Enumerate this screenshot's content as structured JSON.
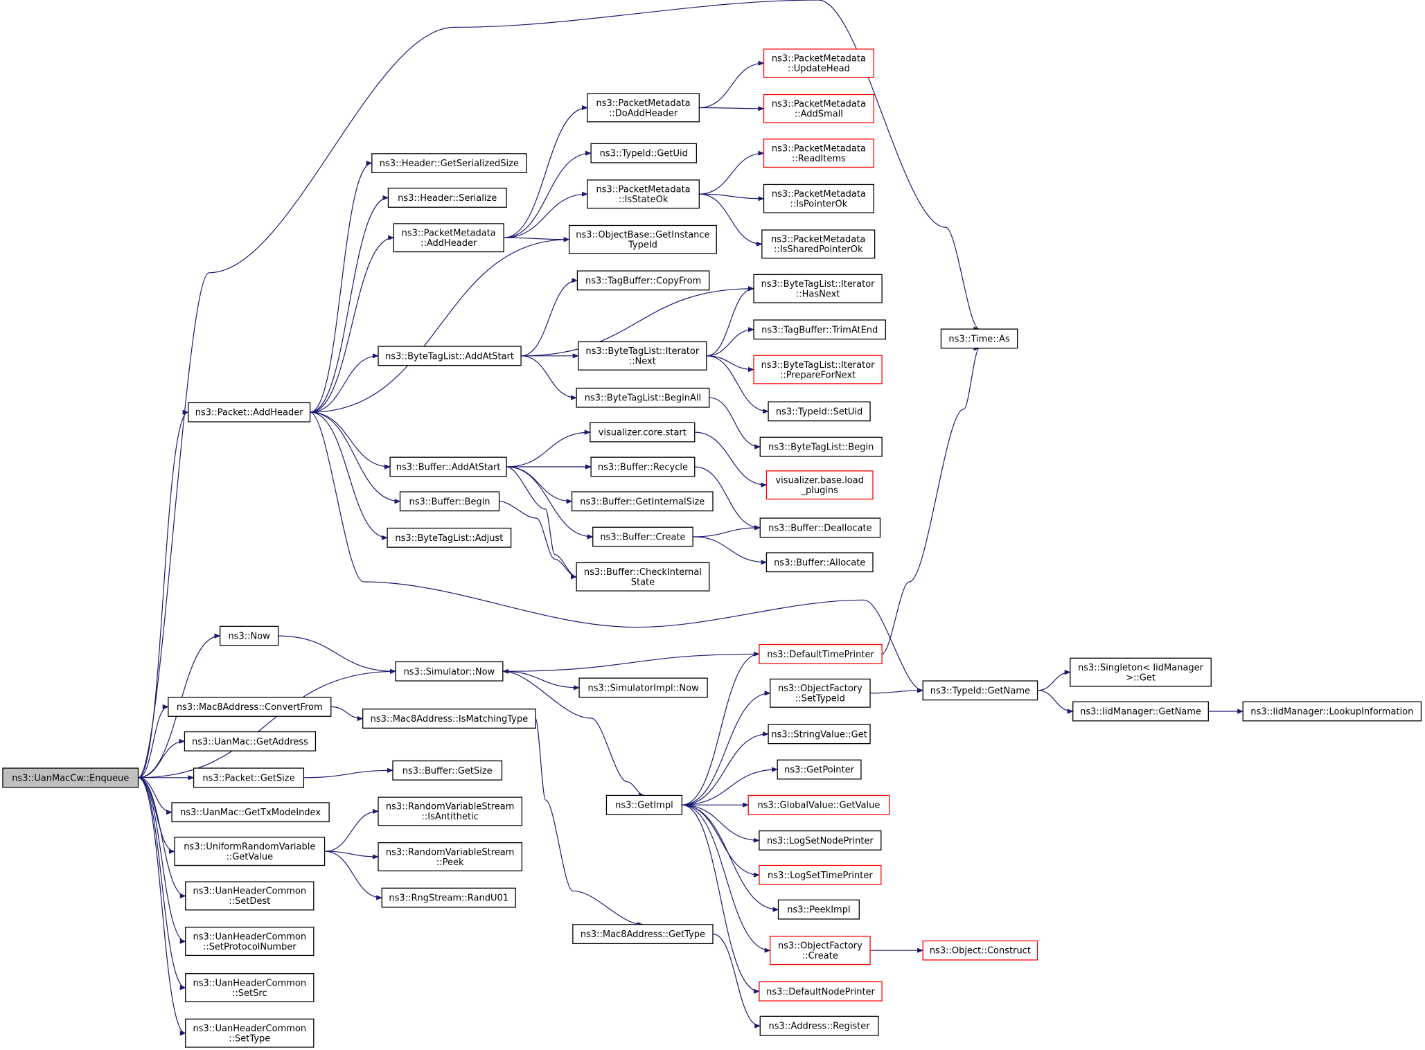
{
  "diagram": {
    "type": "call-graph",
    "colors": {
      "edge": "#191970",
      "node_border": "#000000",
      "truncated_node_border": "#ff0000",
      "root_fill": "#bfbfbf",
      "node_fill": "#ffffff"
    },
    "nodes": [
      {
        "id": "enqueue",
        "lines": [
          "ns3::UanMacCw::Enqueue"
        ],
        "style": "root"
      },
      {
        "id": "time_as",
        "lines": [
          "ns3::Time::As"
        ],
        "style": "normal"
      },
      {
        "id": "packet_addheader",
        "lines": [
          "ns3::Packet::AddHeader"
        ],
        "style": "normal"
      },
      {
        "id": "ns3_now",
        "lines": [
          "ns3::Now"
        ],
        "style": "normal"
      },
      {
        "id": "sim_now",
        "lines": [
          "ns3::Simulator::Now"
        ],
        "style": "normal"
      },
      {
        "id": "mac8_convertfrom",
        "lines": [
          "ns3::Mac8Address::ConvertFrom"
        ],
        "style": "normal"
      },
      {
        "id": "uanmac_getaddress",
        "lines": [
          "ns3::UanMac::GetAddress"
        ],
        "style": "normal"
      },
      {
        "id": "packet_getsize",
        "lines": [
          "ns3::Packet::GetSize"
        ],
        "style": "normal"
      },
      {
        "id": "uanmac_gettxmodeindex",
        "lines": [
          "ns3::UanMac::GetTxModeIndex"
        ],
        "style": "normal"
      },
      {
        "id": "urv_getvalue",
        "lines": [
          "ns3::UniformRandomVariable",
          "::GetValue"
        ],
        "style": "normal"
      },
      {
        "id": "uhc_setdest",
        "lines": [
          "ns3::UanHeaderCommon",
          "::SetDest"
        ],
        "style": "normal"
      },
      {
        "id": "uhc_setprotocol",
        "lines": [
          "ns3::UanHeaderCommon",
          "::SetProtocolNumber"
        ],
        "style": "normal"
      },
      {
        "id": "uhc_setsrc",
        "lines": [
          "ns3::UanHeaderCommon",
          "::SetSrc"
        ],
        "style": "normal"
      },
      {
        "id": "uhc_settype",
        "lines": [
          "ns3::UanHeaderCommon",
          "::SetType"
        ],
        "style": "normal"
      },
      {
        "id": "header_getserializedsize",
        "lines": [
          "ns3::Header::GetSerializedSize"
        ],
        "style": "normal"
      },
      {
        "id": "header_serialize",
        "lines": [
          "ns3::Header::Serialize"
        ],
        "style": "normal"
      },
      {
        "id": "pm_addheader",
        "lines": [
          "ns3::PacketMetadata",
          "::AddHeader"
        ],
        "style": "normal"
      },
      {
        "id": "btl_addatstart",
        "lines": [
          "ns3::ByteTagList::AddAtStart"
        ],
        "style": "normal"
      },
      {
        "id": "buffer_addatstart",
        "lines": [
          "ns3::Buffer::AddAtStart"
        ],
        "style": "normal"
      },
      {
        "id": "buffer_begin",
        "lines": [
          "ns3::Buffer::Begin"
        ],
        "style": "normal"
      },
      {
        "id": "btl_adjust",
        "lines": [
          "ns3::ByteTagList::Adjust"
        ],
        "style": "normal"
      },
      {
        "id": "pm_doaddheader",
        "lines": [
          "ns3::PacketMetadata",
          "::DoAddHeader"
        ],
        "style": "normal"
      },
      {
        "id": "typeid_getuid",
        "lines": [
          "ns3::TypeId::GetUid"
        ],
        "style": "normal"
      },
      {
        "id": "pm_isstateok",
        "lines": [
          "ns3::PacketMetadata",
          "::IsStateOk"
        ],
        "style": "normal"
      },
      {
        "id": "objectbase_getinstancetypeid",
        "lines": [
          "ns3::ObjectBase::GetInstance",
          "TypeId"
        ],
        "style": "normal"
      },
      {
        "id": "tagbuffer_copyfrom",
        "lines": [
          "ns3::TagBuffer::CopyFrom"
        ],
        "style": "normal"
      },
      {
        "id": "btl_iterator_next",
        "lines": [
          "ns3::ByteTagList::Iterator",
          "::Next"
        ],
        "style": "normal"
      },
      {
        "id": "btl_beginall",
        "lines": [
          "ns3::ByteTagList::BeginAll"
        ],
        "style": "normal"
      },
      {
        "id": "viz_core_start",
        "lines": [
          "visualizer.core.start"
        ],
        "style": "normal"
      },
      {
        "id": "buffer_recycle",
        "lines": [
          "ns3::Buffer::Recycle"
        ],
        "style": "normal"
      },
      {
        "id": "buffer_getinternalsize",
        "lines": [
          "ns3::Buffer::GetInternalSize"
        ],
        "style": "normal"
      },
      {
        "id": "buffer_create",
        "lines": [
          "ns3::Buffer::Create"
        ],
        "style": "normal"
      },
      {
        "id": "buffer_checkinternalstate",
        "lines": [
          "ns3::Buffer::CheckInternal",
          "State"
        ],
        "style": "normal"
      },
      {
        "id": "pm_updatehead",
        "lines": [
          "ns3::PacketMetadata",
          "::UpdateHead"
        ],
        "style": "truncated"
      },
      {
        "id": "pm_addsmall",
        "lines": [
          "ns3::PacketMetadata",
          "::AddSmall"
        ],
        "style": "truncated"
      },
      {
        "id": "pm_readitems",
        "lines": [
          "ns3::PacketMetadata",
          "::ReadItems"
        ],
        "style": "truncated"
      },
      {
        "id": "pm_ispointerok",
        "lines": [
          "ns3::PacketMetadata",
          "::IsPointerOk"
        ],
        "style": "normal"
      },
      {
        "id": "pm_issharedpointerok",
        "lines": [
          "ns3::PacketMetadata",
          "::IsSharedPointerOk"
        ],
        "style": "normal"
      },
      {
        "id": "btl_iterator_hasnext",
        "lines": [
          "ns3::ByteTagList::Iterator",
          "::HasNext"
        ],
        "style": "normal"
      },
      {
        "id": "tagbuffer_trimatend",
        "lines": [
          "ns3::TagBuffer::TrimAtEnd"
        ],
        "style": "normal"
      },
      {
        "id": "btl_iterator_prepare",
        "lines": [
          "ns3::ByteTagList::Iterator",
          "::PrepareForNext"
        ],
        "style": "truncated"
      },
      {
        "id": "typeid_setuid",
        "lines": [
          "ns3::TypeId::SetUid"
        ],
        "style": "normal"
      },
      {
        "id": "btl_begin",
        "lines": [
          "ns3::ByteTagList::Begin"
        ],
        "style": "normal"
      },
      {
        "id": "viz_base_load",
        "lines": [
          "visualizer.base.load",
          "_plugins"
        ],
        "style": "truncated"
      },
      {
        "id": "buffer_deallocate",
        "lines": [
          "ns3::Buffer::Deallocate"
        ],
        "style": "normal"
      },
      {
        "id": "buffer_allocate",
        "lines": [
          "ns3::Buffer::Allocate"
        ],
        "style": "normal"
      },
      {
        "id": "mac8_ismatchingtype",
        "lines": [
          "ns3::Mac8Address::IsMatchingType"
        ],
        "style": "normal"
      },
      {
        "id": "buffer_getsize",
        "lines": [
          "ns3::Buffer::GetSize"
        ],
        "style": "normal"
      },
      {
        "id": "rvs_isantithetic",
        "lines": [
          "ns3::RandomVariableStream",
          "::IsAntithetic"
        ],
        "style": "normal"
      },
      {
        "id": "rvs_peek",
        "lines": [
          "ns3::RandomVariableStream",
          "::Peek"
        ],
        "style": "normal"
      },
      {
        "id": "rngstream_randu01",
        "lines": [
          "ns3::RngStream::RandU01"
        ],
        "style": "normal"
      },
      {
        "id": "simimpl_now",
        "lines": [
          "ns3::SimulatorImpl::Now"
        ],
        "style": "normal"
      },
      {
        "id": "getimpl",
        "lines": [
          "ns3::GetImpl"
        ],
        "style": "normal"
      },
      {
        "id": "mac8_gettype",
        "lines": [
          "ns3::Mac8Address::GetType"
        ],
        "style": "normal"
      },
      {
        "id": "defaulttimeprinter",
        "lines": [
          "ns3::DefaultTimePrinter"
        ],
        "style": "truncated"
      },
      {
        "id": "objectfactory_settypeid",
        "lines": [
          "ns3::ObjectFactory",
          "::SetTypeId"
        ],
        "style": "normal"
      },
      {
        "id": "stringvalue_get",
        "lines": [
          "ns3::StringValue::Get"
        ],
        "style": "normal"
      },
      {
        "id": "getpointer",
        "lines": [
          "ns3::GetPointer"
        ],
        "style": "normal"
      },
      {
        "id": "globalvalue_getvalue",
        "lines": [
          "ns3::GlobalValue::GetValue"
        ],
        "style": "truncated"
      },
      {
        "id": "logsetnodeprinter",
        "lines": [
          "ns3::LogSetNodePrinter"
        ],
        "style": "normal"
      },
      {
        "id": "logsettimeprinter",
        "lines": [
          "ns3::LogSetTimePrinter"
        ],
        "style": "truncated"
      },
      {
        "id": "peekimpl",
        "lines": [
          "ns3::PeekImpl"
        ],
        "style": "normal"
      },
      {
        "id": "objectfactory_create",
        "lines": [
          "ns3::ObjectFactory",
          "::Create"
        ],
        "style": "truncated"
      },
      {
        "id": "defaultnodeprinter",
        "lines": [
          "ns3::DefaultNodePrinter"
        ],
        "style": "truncated"
      },
      {
        "id": "address_register",
        "lines": [
          "ns3::Address::Register"
        ],
        "style": "normal"
      },
      {
        "id": "typeid_getname",
        "lines": [
          "ns3::TypeId::GetName"
        ],
        "style": "normal"
      },
      {
        "id": "singleton_get",
        "lines": [
          "ns3::Singleton< IidManager",
          " >::Get"
        ],
        "style": "normal"
      },
      {
        "id": "iidmanager_getname",
        "lines": [
          "ns3::IidManager::GetName"
        ],
        "style": "normal"
      },
      {
        "id": "iidmanager_lookupinformation",
        "lines": [
          "ns3::IidManager::LookupInformation"
        ],
        "style": "normal"
      },
      {
        "id": "object_construct",
        "lines": [
          "ns3::Object::Construct"
        ],
        "style": "truncated"
      }
    ],
    "edges": [
      [
        "enqueue",
        "time_as"
      ],
      [
        "enqueue",
        "packet_addheader"
      ],
      [
        "enqueue",
        "ns3_now"
      ],
      [
        "enqueue",
        "sim_now"
      ],
      [
        "enqueue",
        "mac8_convertfrom"
      ],
      [
        "enqueue",
        "uanmac_getaddress"
      ],
      [
        "enqueue",
        "packet_getsize"
      ],
      [
        "enqueue",
        "uanmac_gettxmodeindex"
      ],
      [
        "enqueue",
        "urv_getvalue"
      ],
      [
        "enqueue",
        "uhc_setdest"
      ],
      [
        "enqueue",
        "uhc_setprotocol"
      ],
      [
        "enqueue",
        "uhc_setsrc"
      ],
      [
        "enqueue",
        "uhc_settype"
      ],
      [
        "packet_addheader",
        "header_getserializedsize"
      ],
      [
        "packet_addheader",
        "header_serialize"
      ],
      [
        "packet_addheader",
        "pm_addheader"
      ],
      [
        "packet_addheader",
        "objectbase_getinstancetypeid"
      ],
      [
        "packet_addheader",
        "btl_addatstart"
      ],
      [
        "packet_addheader",
        "buffer_addatstart"
      ],
      [
        "packet_addheader",
        "buffer_begin"
      ],
      [
        "packet_addheader",
        "btl_adjust"
      ],
      [
        "packet_addheader",
        "typeid_getname"
      ],
      [
        "pm_addheader",
        "pm_doaddheader"
      ],
      [
        "pm_addheader",
        "typeid_getuid"
      ],
      [
        "pm_addheader",
        "pm_isstateok"
      ],
      [
        "pm_addheader",
        "objectbase_getinstancetypeid"
      ],
      [
        "pm_doaddheader",
        "pm_updatehead"
      ],
      [
        "pm_doaddheader",
        "pm_addsmall"
      ],
      [
        "pm_isstateok",
        "pm_readitems"
      ],
      [
        "pm_isstateok",
        "pm_ispointerok"
      ],
      [
        "pm_isstateok",
        "pm_issharedpointerok"
      ],
      [
        "btl_addatstart",
        "tagbuffer_copyfrom"
      ],
      [
        "btl_addatstart",
        "btl_iterator_hasnext"
      ],
      [
        "btl_addatstart",
        "btl_iterator_next"
      ],
      [
        "btl_addatstart",
        "btl_beginall"
      ],
      [
        "btl_iterator_next",
        "btl_iterator_hasnext"
      ],
      [
        "btl_iterator_next",
        "tagbuffer_trimatend"
      ],
      [
        "btl_iterator_next",
        "btl_iterator_prepare"
      ],
      [
        "btl_iterator_next",
        "typeid_setuid"
      ],
      [
        "btl_beginall",
        "btl_begin"
      ],
      [
        "buffer_addatstart",
        "viz_core_start"
      ],
      [
        "buffer_addatstart",
        "buffer_recycle"
      ],
      [
        "buffer_addatstart",
        "buffer_getinternalsize"
      ],
      [
        "buffer_addatstart",
        "buffer_create"
      ],
      [
        "buffer_addatstart",
        "buffer_checkinternalstate"
      ],
      [
        "viz_core_start",
        "viz_base_load"
      ],
      [
        "buffer_recycle",
        "buffer_deallocate"
      ],
      [
        "buffer_create",
        "buffer_deallocate"
      ],
      [
        "buffer_create",
        "buffer_allocate"
      ],
      [
        "buffer_begin",
        "buffer_checkinternalstate"
      ],
      [
        "ns3_now",
        "sim_now"
      ],
      [
        "sim_now",
        "simimpl_now"
      ],
      [
        "sim_now",
        "getimpl"
      ],
      [
        "defaulttimeprinter",
        "sim_now"
      ],
      [
        "defaulttimeprinter",
        "time_as"
      ],
      [
        "mac8_convertfrom",
        "mac8_ismatchingtype"
      ],
      [
        "mac8_ismatchingtype",
        "mac8_gettype"
      ],
      [
        "mac8_gettype",
        "address_register"
      ],
      [
        "packet_getsize",
        "buffer_getsize"
      ],
      [
        "urv_getvalue",
        "rvs_isantithetic"
      ],
      [
        "urv_getvalue",
        "rvs_peek"
      ],
      [
        "urv_getvalue",
        "rngstream_randu01"
      ],
      [
        "getimpl",
        "defaulttimeprinter"
      ],
      [
        "getimpl",
        "objectfactory_settypeid"
      ],
      [
        "getimpl",
        "stringvalue_get"
      ],
      [
        "getimpl",
        "getpointer"
      ],
      [
        "getimpl",
        "globalvalue_getvalue"
      ],
      [
        "getimpl",
        "logsetnodeprinter"
      ],
      [
        "getimpl",
        "logsettimeprinter"
      ],
      [
        "getimpl",
        "peekimpl"
      ],
      [
        "getimpl",
        "objectfactory_create"
      ],
      [
        "getimpl",
        "defaultnodeprinter"
      ],
      [
        "objectfactory_settypeid",
        "typeid_getname"
      ],
      [
        "objectfactory_create",
        "object_construct"
      ],
      [
        "typeid_getname",
        "singleton_get"
      ],
      [
        "typeid_getname",
        "iidmanager_getname"
      ],
      [
        "iidmanager_getname",
        "iidmanager_lookupinformation"
      ]
    ]
  }
}
